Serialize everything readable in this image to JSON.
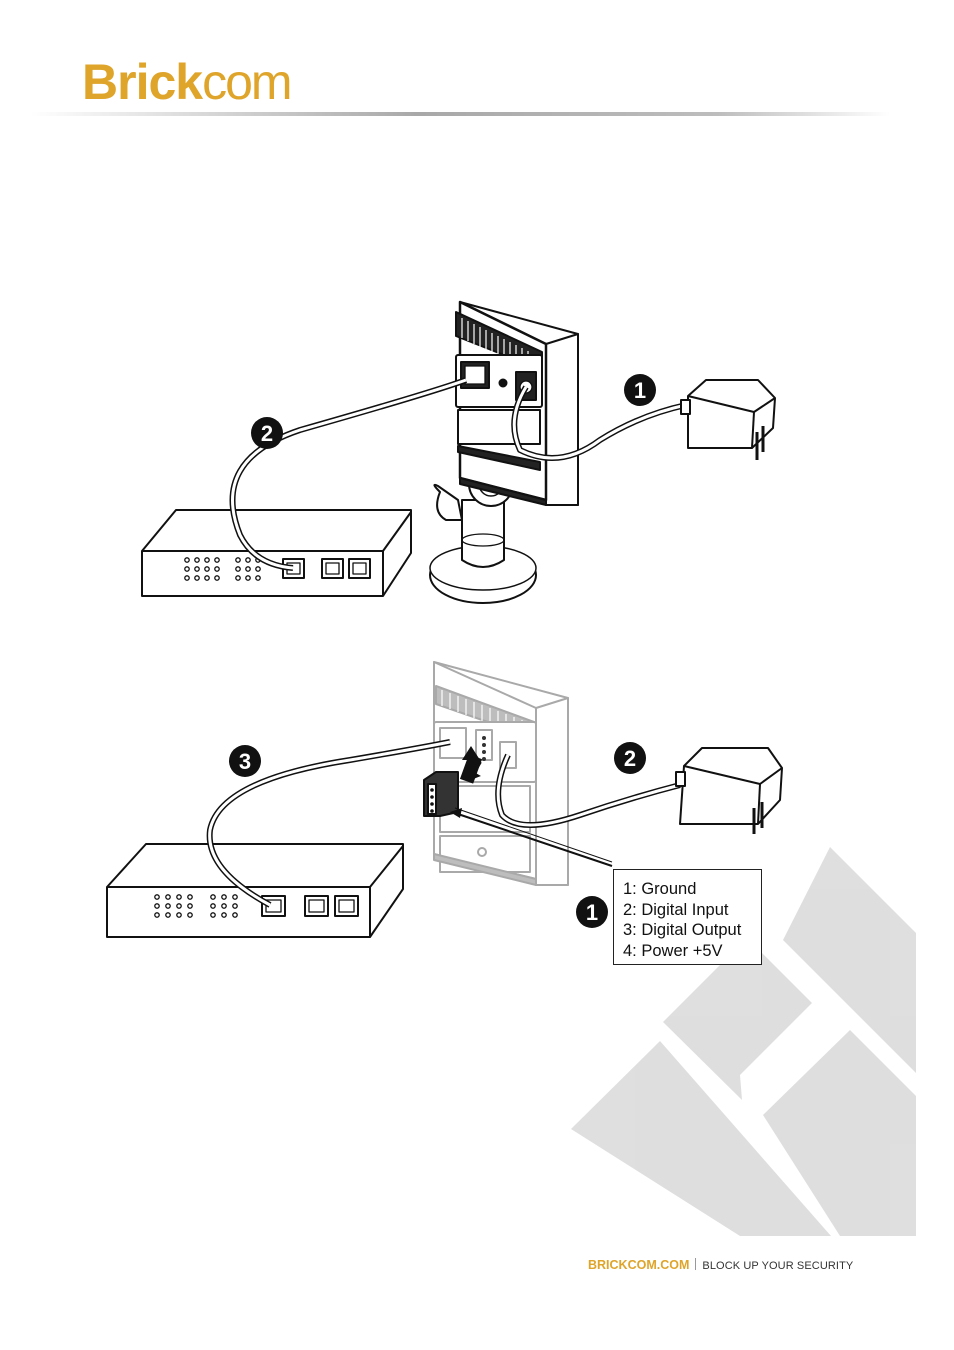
{
  "header": {
    "logo_bold": "Brick",
    "logo_light": "com",
    "brand_color": "#DFA42A"
  },
  "figure1": {
    "callouts": [
      "1",
      "2"
    ]
  },
  "figure2": {
    "callouts": [
      "3",
      "2",
      "1"
    ],
    "legend": [
      "1: Ground",
      "2: Digital Input",
      "3: Digital Output",
      "4: Power +5V"
    ]
  },
  "footer": {
    "site": "BRICKCOM.COM",
    "tagline": "BLOCK UP YOUR SECURITY"
  }
}
